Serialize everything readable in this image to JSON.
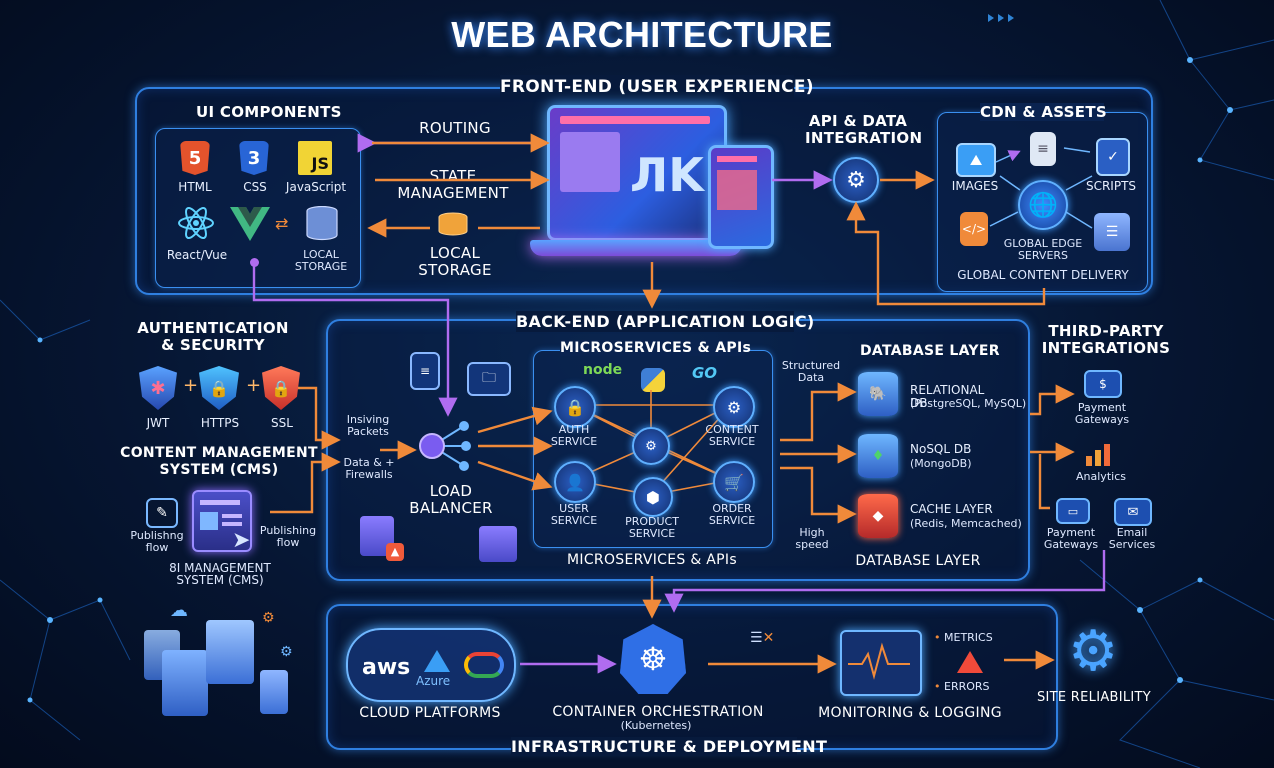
{
  "main_title": "WEB ARCHITECTURE",
  "frontend": {
    "title": "FRONT-END (USER EXPERIENCE)",
    "ui_components": {
      "title": "UI COMPONENTS",
      "html": "HTML",
      "css": "CSS",
      "js": "JavaScript",
      "react_vue": "React/Vue",
      "local_storage": "LOCAL STORAGE",
      "html_glyph": "5",
      "css_glyph": "3",
      "js_glyph": "JS"
    },
    "routing": "ROUTING",
    "state_management": "STATE MANAGEMENT",
    "local_storage": "LOCAL STORAGE",
    "api_data": "API & DATA INTEGRATION",
    "cdn": {
      "title": "CDN & ASSETS",
      "images": "IMAGES",
      "scripts": "SCRIPTS",
      "edge": "GLOBAL EDGE SERVERS",
      "delivery": "GLOBAL CONTENT DELIVERY"
    }
  },
  "auth": {
    "title": "AUTHENTICATION & SECURITY",
    "jwt": "JWT",
    "https": "HTTPS",
    "ssl": "SSL"
  },
  "cms": {
    "title": "CONTENT MANAGEMENT SYSTEM (CMS)",
    "publishing_left": "Publishng flow",
    "publishing_right": "Publishing flow",
    "bottom": "8I MANAGEMENT SYSTEM (CMS)"
  },
  "backend": {
    "title": "BACK-END (APPLICATION LOGIC)",
    "insiving": "Insiving Packets",
    "data_fw": "Data & + Firewalls",
    "load_balancer": "LOAD BALANCER",
    "micro_title": "MICROSERVICES & APIs",
    "micro_bottom": "MICROSERVICES & APIs",
    "node": "node",
    "go": "GO",
    "auth_service": "AUTH SERVICE",
    "content_service": "CONTENT SERVICE",
    "user_service": "USER SERVICE",
    "product_service": "PRODUCT SERVICE",
    "order_service": "ORDER SERVICE",
    "structured": "Structured Data",
    "high_speed": "High speed",
    "db_title": "DATABASE LAYER",
    "db_bottom": "DATABASE LAYER",
    "relational": "RELATIONAL DB",
    "relational_sub": "(PostgreSQL, MySQL)",
    "nosql": "NoSQL DB",
    "nosql_sub": "(MongoDB)",
    "cache": "CACHE LAYER",
    "cache_sub": "(Redis, Memcached)"
  },
  "third_party": {
    "title": "THIRD-PARTY INTEGRATIONS",
    "payment1": "Payment Gateways",
    "analytics": "Analytics",
    "payment2": "Payment Gateways",
    "email": "Email Services"
  },
  "infra": {
    "title": "INFRASTRUCTURE & DEPLOYMENT",
    "cloud": "CLOUD PLATFORMS",
    "aws": "aws",
    "azure": "Azure",
    "container": "CONTAINER ORCHESTRATION",
    "container_sub": "(Kubernetes)",
    "monitoring": "MONITORING & LOGGING",
    "metrics": "METRICS",
    "errors": "ERRORS",
    "reliability": "SITE RELIABILITY"
  },
  "colors": {
    "panel_border": "#2f7fe0",
    "arrow_orange": "#f08a3a",
    "arrow_purple": "#b06cf0",
    "background": "#061633"
  }
}
